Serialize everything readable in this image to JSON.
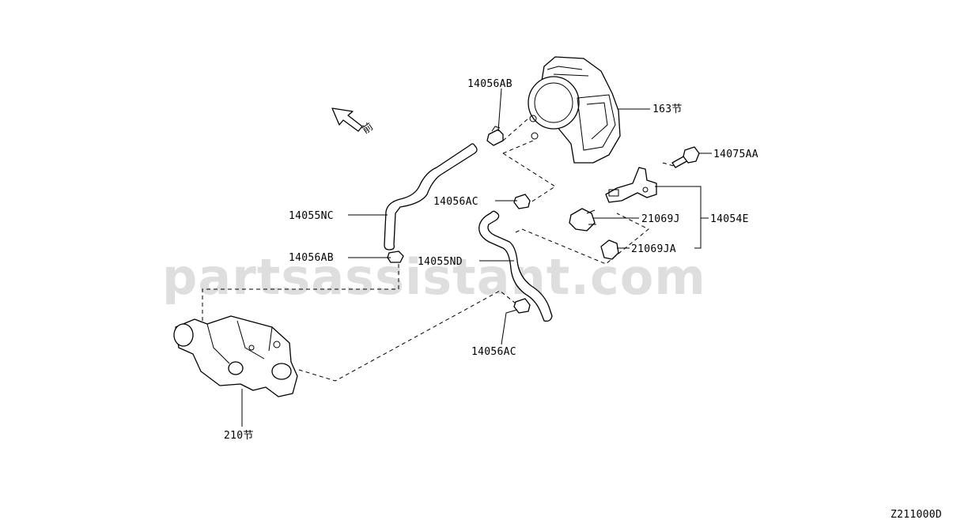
{
  "watermark": "partsassistant.com",
  "diagram_code": "Z211000D",
  "direction_mark": "前",
  "callouts": {
    "clamp_ab_top": "14056AB",
    "throttle_body": "163节",
    "bolt": "14075AA",
    "clamp_ac_mid": "14056AC",
    "hose_nc": "14055NC",
    "connector_j": "21069J",
    "bracket": "14054E",
    "clamp_ab_low": "14056AB",
    "hose_nd": "14055ND",
    "connector_ja": "21069JA",
    "clamp_ac_low": "14056AC",
    "water_outlet": "210节"
  }
}
